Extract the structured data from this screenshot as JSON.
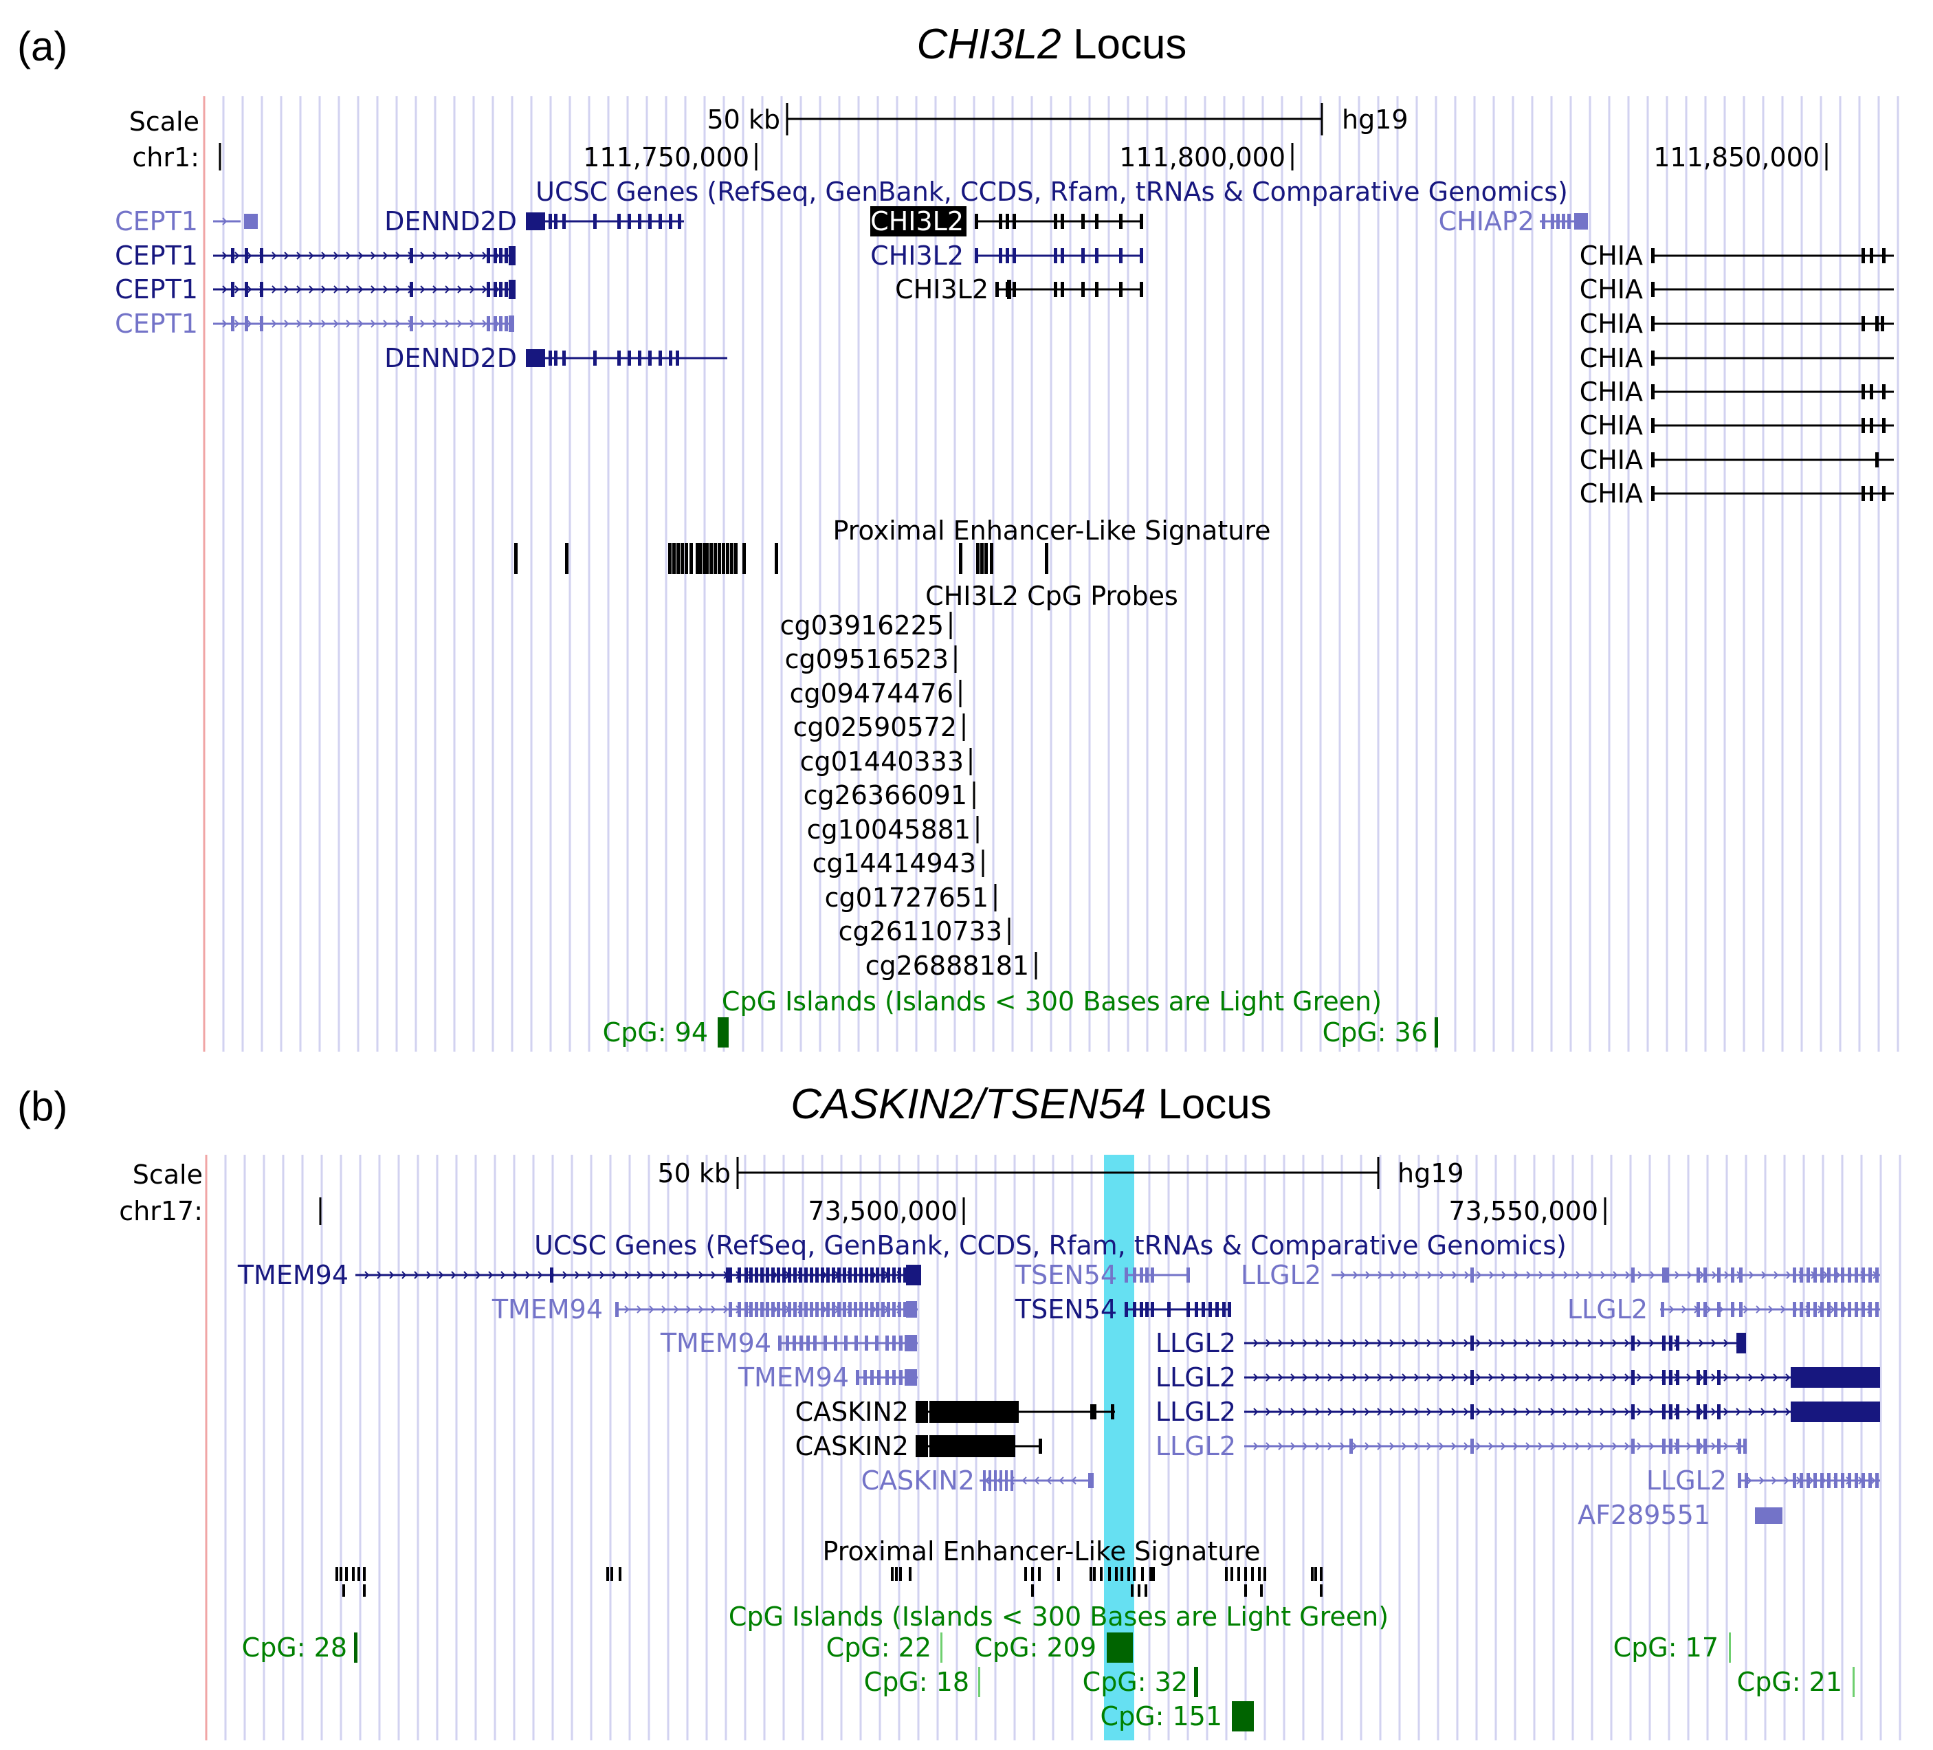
{
  "colors": {
    "gene_dark": "#17177f",
    "gene_light": "#7373c8",
    "black": "#000000",
    "cpg_dark": "#006400",
    "cpg_light": "#6fcf6f",
    "cpg_text": "#008000",
    "grid": "#d2d2f0",
    "left_edge": "#f0a5a5",
    "highlight": "#66e0f2"
  },
  "panel_a": {
    "letter": "(a)",
    "title_italic": "CHI3L2",
    "title_rest": " Locus",
    "scale_label": "Scale",
    "scale_value": "50 kb",
    "assembly": "hg19",
    "chrom_label": "chr1:",
    "positions": [
      "111,750,000",
      "111,800,000",
      "111,850,000"
    ],
    "genes_track_label": "UCSC Genes (RefSeq, GenBank, CCDS, Rfam, tRNAs & Comparative Genomics)",
    "gene_rows": [
      {
        "name": "CEPT1",
        "tone": "light"
      },
      {
        "name": "CEPT1",
        "tone": "dark"
      },
      {
        "name": "CEPT1",
        "tone": "dark"
      },
      {
        "name": "CEPT1",
        "tone": "light"
      },
      {
        "name": "DENND2D",
        "tone": "dark"
      },
      {
        "name": "DENND2D",
        "tone": "dark"
      },
      {
        "name": "CHI3L2",
        "tone": "selected"
      },
      {
        "name": "CHI3L2",
        "tone": "dark"
      },
      {
        "name": "CHI3L2",
        "tone": "black"
      },
      {
        "name": "CHIAP2",
        "tone": "light"
      },
      {
        "name": "CHIA",
        "tone": "black"
      },
      {
        "name": "CHIA",
        "tone": "black"
      },
      {
        "name": "CHIA",
        "tone": "black"
      },
      {
        "name": "CHIA",
        "tone": "black"
      },
      {
        "name": "CHIA",
        "tone": "black"
      },
      {
        "name": "CHIA",
        "tone": "black"
      },
      {
        "name": "CHIA",
        "tone": "black"
      },
      {
        "name": "CHIA",
        "tone": "black"
      }
    ],
    "pels_label": "Proximal Enhancer-Like Signature",
    "probes_label": "CHI3L2 CpG Probes",
    "probes": [
      "cg03916225",
      "cg09516523",
      "cg09474476",
      "cg02590572",
      "cg01440333",
      "cg26366091",
      "cg10045881",
      "cg14414943",
      "cg01727651",
      "cg26110733",
      "cg26888181"
    ],
    "cpg_label": "CpG Islands (Islands < 300 Bases are Light Green)",
    "cpg_islands": [
      "CpG: 94",
      "CpG: 36"
    ]
  },
  "panel_b": {
    "letter": "(b)",
    "title_italic": "CASKIN2/TSEN54",
    "title_rest": " Locus",
    "scale_label": "Scale",
    "scale_value": "50 kb",
    "assembly": "hg19",
    "chrom_label": "chr17:",
    "positions": [
      "73,500,000",
      "73,550,000"
    ],
    "genes_track_label": "UCSC Genes (RefSeq, GenBank, CCDS, Rfam, tRNAs & Comparative Genomics)",
    "gene_rows": [
      {
        "name": "TMEM94",
        "tone": "dark"
      },
      {
        "name": "TMEM94",
        "tone": "light"
      },
      {
        "name": "TMEM94",
        "tone": "light"
      },
      {
        "name": "TMEM94",
        "tone": "light"
      },
      {
        "name": "CASKIN2",
        "tone": "black"
      },
      {
        "name": "CASKIN2",
        "tone": "black"
      },
      {
        "name": "CASKIN2",
        "tone": "light"
      },
      {
        "name": "TSEN54",
        "tone": "light"
      },
      {
        "name": "TSEN54",
        "tone": "dark"
      },
      {
        "name": "LLGL2",
        "tone": "light"
      },
      {
        "name": "LLGL2",
        "tone": "light"
      },
      {
        "name": "LLGL2",
        "tone": "dark"
      },
      {
        "name": "LLGL2",
        "tone": "dark"
      },
      {
        "name": "LLGL2",
        "tone": "dark"
      },
      {
        "name": "LLGL2",
        "tone": "light"
      },
      {
        "name": "LLGL2",
        "tone": "light"
      },
      {
        "name": "AF289551",
        "tone": "light"
      }
    ],
    "pels_label": "Proximal Enhancer-Like Signature",
    "cpg_label": "CpG Islands (Islands < 300 Bases are Light Green)",
    "cpg_islands": [
      "CpG: 28",
      "CpG: 22",
      "CpG: 209",
      "CpG: 17",
      "CpG: 18",
      "CpG: 32",
      "CpG: 21",
      "CpG: 151"
    ]
  }
}
